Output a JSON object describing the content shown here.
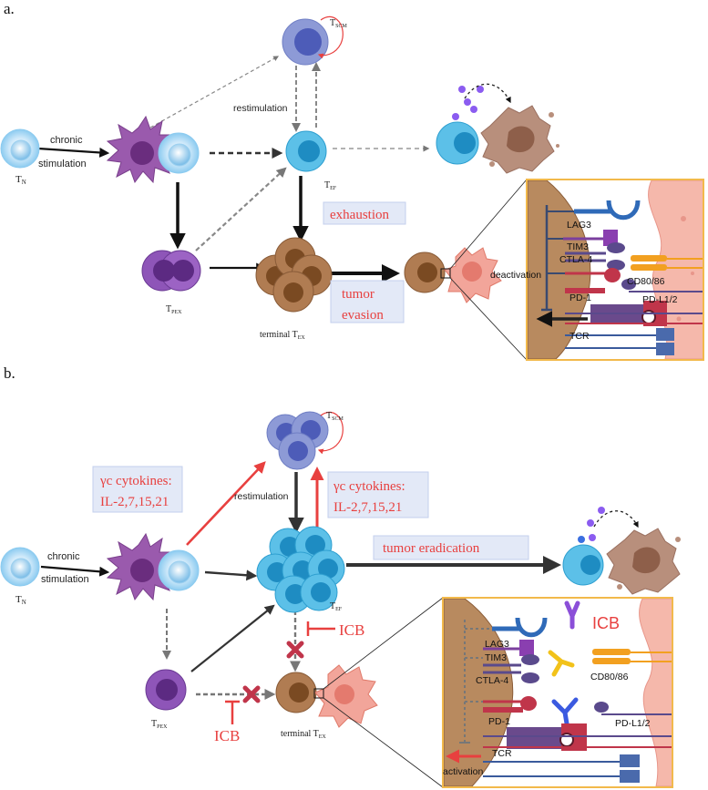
{
  "panel_a": {
    "label": "a.",
    "cells": {
      "tn": "T",
      "tn_sub": "N",
      "tscm": "T",
      "tscm_sub": "SCM",
      "tef": "T",
      "tef_sub": "EF",
      "tpex": "T",
      "tpex_sub": "PEX",
      "tex": "terminal T",
      "tex_sub": "EX"
    },
    "arrow_labels": {
      "chronic": "chronic",
      "stimulation": "stimulation",
      "restimulation": "restimulation"
    },
    "boxes": {
      "exhaustion": "exhaustion",
      "tumor_evasion_1": "tumor",
      "tumor_evasion_2": "evasion"
    },
    "inset": {
      "lag3": "LAG3",
      "tim3": "TIM3",
      "ctla4": "CTLA-4",
      "pd1": "PD-1",
      "tcr": "TCR",
      "cd80": "CD80/86",
      "pdl1": "PD-L1/2",
      "state": "deactivation"
    }
  },
  "panel_b": {
    "label": "b.",
    "cells": {
      "tn": "T",
      "tn_sub": "N",
      "tscm": "T",
      "tscm_sub": "SCM",
      "tef": "T",
      "tef_sub": "EF",
      "tpex": "T",
      "tpex_sub": "PEX",
      "tex": "terminal T",
      "tex_sub": "EX"
    },
    "arrow_labels": {
      "chronic": "chronic",
      "stimulation": "stimulation",
      "restimulation": "restimulation"
    },
    "boxes": {
      "cytokines_left_1": "γc cytokines:",
      "cytokines_left_2": "IL-2,7,15,21",
      "cytokines_right_1": "γc cytokines:",
      "cytokines_right_2": "IL-2,7,15,21",
      "tumor_eradication": "tumor eradication"
    },
    "icb_labels": {
      "icb_top": "ICB",
      "icb_bottom": "ICB"
    },
    "inset": {
      "lag3": "LAG3",
      "tim3": "TIM3",
      "ctla4": "CTLA-4",
      "pd1": "PD-1",
      "tcr": "TCR",
      "cd80": "CD80/86",
      "pdl1": "PD-L1/2",
      "icb": "ICB",
      "state": "activation"
    }
  },
  "colors": {
    "red_text": "#e8403f",
    "label_box": "#e3e9f7",
    "inset_border": "#f2b94b",
    "t_cell_blue": "#39aee0",
    "naive_blue": "#9fd3f2",
    "scm_purple": "#7f8ed0",
    "pex_purple": "#7b3f9e",
    "ex_brown": "#a9764c",
    "dc_purple": "#8e4fa0",
    "tumor_pink": "#e89a8e"
  }
}
